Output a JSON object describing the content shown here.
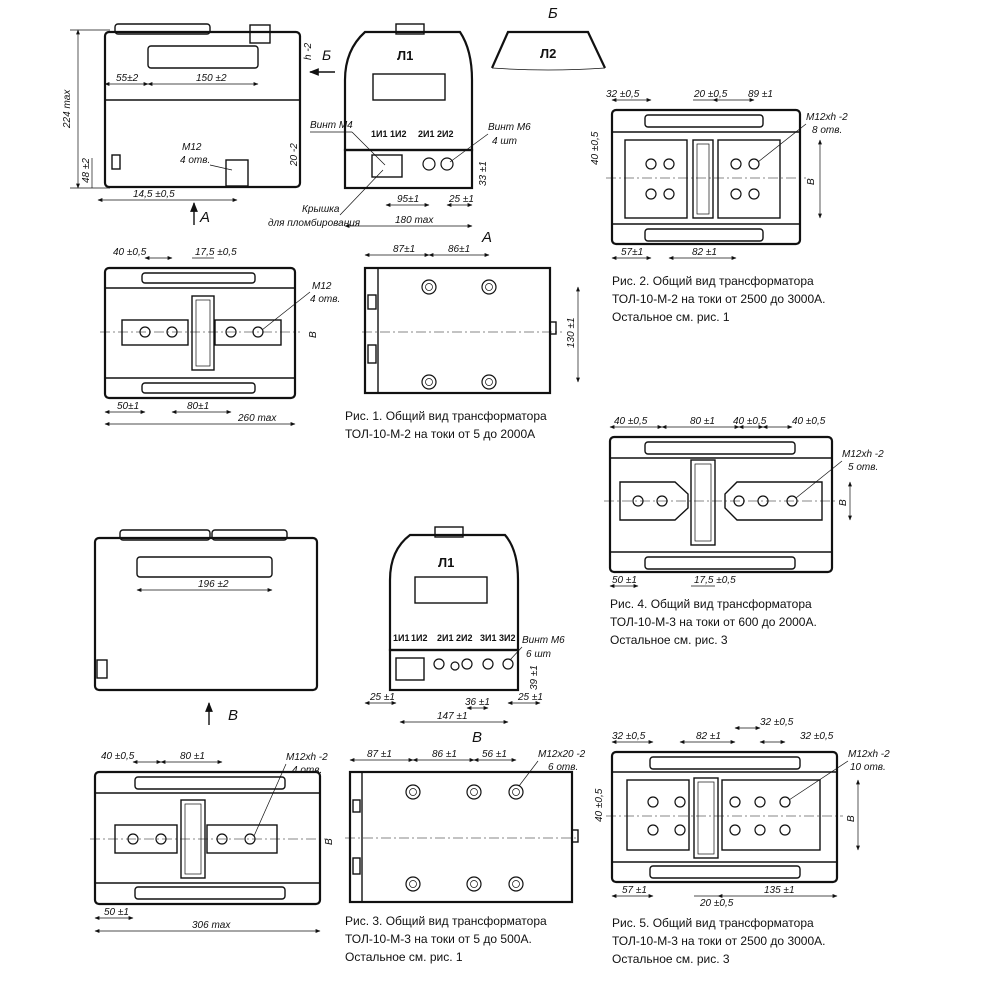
{
  "fig1": {
    "dim_224": "224 max",
    "dim_55": "55±2",
    "dim_150": "150 ±2",
    "dim_m12": "М12",
    "dim_4otv": "4 отв.",
    "dim_48": "48 ±2",
    "dim_20": "20 -2",
    "dim_14_5": "14,5 ±0,5",
    "dim_h": "h -2",
    "arrow_b": "Б",
    "arrow_a": "А",
    "l1": "Л1",
    "terminals": [
      "1И1",
      "1И2",
      "2И1",
      "2И2"
    ],
    "vint_m4": "Винт М4",
    "vint_m6": "Винт М6",
    "vint_4sht": "4 шт",
    "dim_33": "33 ±1",
    "dim_95": "95±1",
    "dim_25": "25 ±1",
    "dim_180": "180 max",
    "kryshka": "Крышка",
    "dlya_plomb": "для пломбирования",
    "view_b_label": "Б",
    "l2": "Л2",
    "bottom_40": "40 ±0,5",
    "bottom_17_5": "17,5 ±0,5",
    "bottom_m12": "М12",
    "bottom_4otv": "4 отв.",
    "bottom_v": "В",
    "bottom_50": "50±1",
    "bottom_80": "80±1",
    "bottom_260": "260 max",
    "viewA_label": "А",
    "viewA_87": "87±1",
    "viewA_86": "86±1",
    "viewA_130": "130 ±1",
    "caption_line1": "Рис. 1. Общий вид трансформатора",
    "caption_line2": "ТОЛ-10-М-2 на токи от 5 до 2000А"
  },
  "fig2": {
    "d_32": "32 ±0,5",
    "d_20": "20 ±0,5",
    "d_89": "89 ±1",
    "d_m12": "М12xh -2",
    "d_8otv": "8 отв.",
    "d_40": "40 ±0,5",
    "d_v": "В",
    "d_57": "57±1",
    "d_82": "82 ±1",
    "caption_line1": "Рис. 2. Общий вид трансформатора",
    "caption_line2": "ТОЛ-10-М-2 на токи от 2500 до 3000А.",
    "caption_line3": "Остальное см. рис. 1"
  },
  "fig4": {
    "d_40a": "40 ±0,5",
    "d_80": "80 ±1",
    "d_40b": "40 ±0,5",
    "d_40c": "40 ±0,5",
    "d_m12": "М12xh -2",
    "d_5otv": "5 отв.",
    "d_v": "В",
    "d_50": "50 ±1",
    "d_17_5": "17,5 ±0,5",
    "caption_line1": "Рис. 4. Общий вид трансформатора",
    "caption_line2": "ТОЛ-10-М-3 на токи от 600 до 2000А.",
    "caption_line3": "Остальное см. рис. 3"
  },
  "fig3": {
    "d_196": "196 ±2",
    "arrow_v": "В",
    "l1": "Л1",
    "terminals": [
      "1И1",
      "1И2",
      "2И1",
      "2И2",
      "3И1",
      "3И2"
    ],
    "vint_m6": "Винт М6",
    "vint_6sht": "6 шт",
    "d_39": "39 ±1",
    "d_25a": "25 ±1",
    "d_36": "36 ±1",
    "d_25b": "25 ±1",
    "d_147": "147 ±1",
    "viewV_label": "В",
    "viewV_87": "87 ±1",
    "viewV_86": "86 ±1",
    "viewV_56": "56 ±1",
    "viewV_m12": "М12x20 -2",
    "viewV_6otv": "6 отв.",
    "bottom_40": "40 ±0,5",
    "bottom_80": "80 ±1",
    "bottom_m12": "М12xh -2",
    "bottom_4otv": "4 отв.",
    "bottom_v": "В",
    "bottom_50": "50 ±1",
    "bottom_306": "306 max",
    "caption_line1": "Рис. 3. Общий вид трансформатора",
    "caption_line2": "ТОЛ-10-М-3 на токи от 5 до 500А.",
    "caption_line3": "Остальное см. рис. 1"
  },
  "fig5": {
    "d_32a": "32 ±0,5",
    "d_82": "82 ±1",
    "d_32b": "32 ±0,5",
    "d_32c": "32 ±0,5",
    "d_m12": "М12xh -2",
    "d_10otv": "10 отв.",
    "d_40": "40 ±0,5",
    "d_v": "В",
    "d_57": "57 ±1",
    "d_20": "20 ±0,5",
    "d_135": "135 ±1",
    "caption_line1": "Рис. 5. Общий вид трансформатора",
    "caption_line2": "ТОЛ-10-М-3 на токи от 2500 до 3000А.",
    "caption_line3": "Остальное см. рис. 3"
  }
}
